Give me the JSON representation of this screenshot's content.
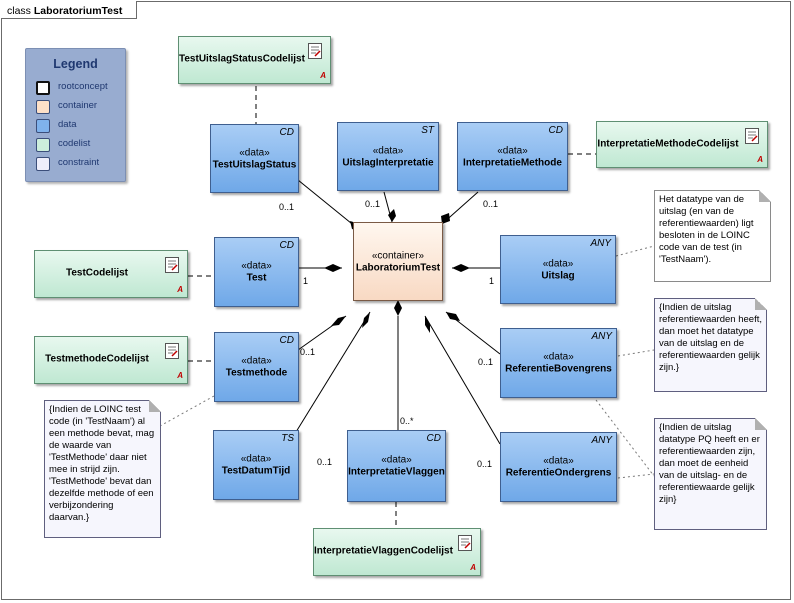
{
  "frame": {
    "kind": "class",
    "title": "LaboratoriumTest"
  },
  "legend": {
    "title": "Legend",
    "items": [
      {
        "label": "rootconcept",
        "color": "#ffffff"
      },
      {
        "label": "container",
        "color": "#fde0c8"
      },
      {
        "label": "data",
        "color": "#7fb2ec"
      },
      {
        "label": "codelist",
        "color": "#cdeedc"
      },
      {
        "label": "constraint",
        "color": "#eeeefb"
      }
    ]
  },
  "container": {
    "stereotype": "«container»",
    "name": "LaboratoriumTest"
  },
  "data_classes": {
    "testuitslagstatus": {
      "stereotype": "«data»",
      "name": "TestUitslagStatus",
      "type": "CD"
    },
    "uitslaginterpretatie": {
      "stereotype": "«data»",
      "name": "UitslagInterpretatie",
      "type": "ST"
    },
    "interpretatiemethode": {
      "stereotype": "«data»",
      "name": "InterpretatieMethode",
      "type": "CD"
    },
    "test": {
      "stereotype": "«data»",
      "name": "Test",
      "type": "CD"
    },
    "uitslag": {
      "stereotype": "«data»",
      "name": "Uitslag",
      "type": "ANY"
    },
    "testmethode": {
      "stereotype": "«data»",
      "name": "Testmethode",
      "type": "CD"
    },
    "referentiebovengrens": {
      "stereotype": "«data»",
      "name": "ReferentieBovengrens",
      "type": "ANY"
    },
    "testdatumtijd": {
      "stereotype": "«data»",
      "name": "TestDatumTijd",
      "type": "TS"
    },
    "interpretatievlaggen": {
      "stereotype": "«data»",
      "name": "InterpretatieVlaggen",
      "type": "CD"
    },
    "referentieondergrens": {
      "stereotype": "«data»",
      "name": "ReferentieOndergrens",
      "type": "ANY"
    }
  },
  "codelists": {
    "testuitslagstatus": "TestUitslagStatusCodelijst",
    "interpretatiemethode": "InterpretatieMethodeCodelijst",
    "test": "TestCodelijst",
    "testmethode": "TestmethodeCodelijst",
    "interpretatievlaggen": "InterpretatieVlaggenCodelijst",
    "abstract_marker": "A"
  },
  "multiplicities": {
    "testuitslagstatus": "0..1",
    "uitslaginterpretatie": "0..1",
    "interpretatiemethode": "0..1",
    "test": "1",
    "uitslag": "1",
    "testmethode": "0..1",
    "referentiebovengrens": "0..1",
    "testdatumtijd": "0..1",
    "interpretatievlaggen": "0..*",
    "referentieondergrens": "0..1"
  },
  "notes": {
    "uitslag": "Het datatype van de uitslag (en van de referentiewaarden) ligt besloten in de LOINC code van de test (in 'TestNaam').",
    "referentie_bovengrens": "{Indien de uitslag referentiewaarden heeft, dan moet het datatype van de uitslag en de referentiewaarden gelijk zijn.}",
    "referentie_ondergrens": "{Indien de uitslag datatype PQ heeft en er referentiewaarden zijn, dan moet de eenheid van de uitslag- en de referentiewaarde gelijk zijn}",
    "testmethode": "{Indien de LOINC test code (in 'TestNaam') al een methode bevat, mag de waarde van 'TestMethode' daar niet mee in strijd zijn. 'TestMethode' bevat dan dezelfde methode of een verbijzondering daarvan.}"
  }
}
